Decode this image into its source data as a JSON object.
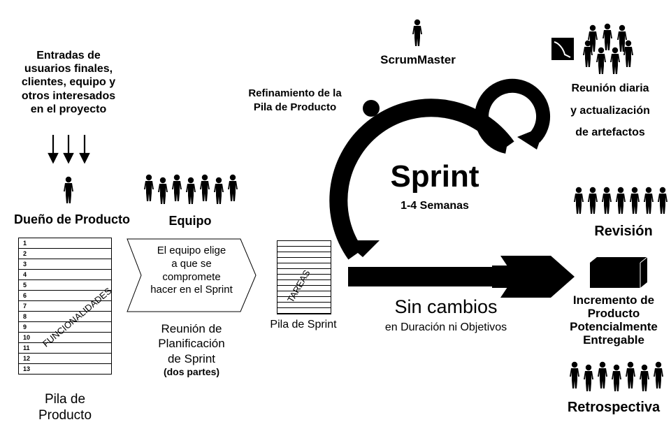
{
  "inputs": {
    "lines": [
      "Entradas de",
      "usuarios finales,",
      "clientes,  equipo y",
      "otros interesados",
      "en el proyecto"
    ]
  },
  "roles": {
    "product_owner": "Dueño de Producto",
    "team": "Equipo",
    "scrum_master": "ScrumMaster"
  },
  "product_backlog": {
    "rows": [
      "1",
      "2",
      "3",
      "4",
      "5",
      "6",
      "7",
      "8",
      "9",
      "10",
      "11",
      "12",
      "13"
    ],
    "rotated_label": "FUNCIONALIDADES",
    "caption_lines": [
      "Pila de",
      "Producto"
    ]
  },
  "planning": {
    "box_lines": [
      "El equipo elige",
      "a que se",
      "compromete",
      "hacer en el Sprint"
    ],
    "caption_lines": [
      "Reunión de",
      "Planificación",
      "de Sprint"
    ],
    "subcaption": "(dos partes)"
  },
  "sprint_backlog": {
    "rotated_label": "TAREAS",
    "caption": "Pila de Sprint"
  },
  "refinement": {
    "lines": [
      "Refinamiento de la",
      "Pila de Producto"
    ]
  },
  "sprint": {
    "title": "Sprint",
    "duration": "1-4 Semanas",
    "no_changes": "Sin cambios",
    "no_changes_sub": "en Duración ni Objetivos"
  },
  "daily": {
    "lines": [
      "Reunión diaria",
      "y actualización",
      "de artefactos"
    ]
  },
  "review": {
    "label": "Revisión"
  },
  "increment": {
    "lines": [
      "Incremento de",
      "Producto",
      "Potencialmente",
      "Entregable"
    ]
  },
  "retro": {
    "label": "Retrospectiva"
  },
  "icons": {
    "person": "person-icon",
    "phone": "phone-icon",
    "box": "product-box-icon"
  }
}
